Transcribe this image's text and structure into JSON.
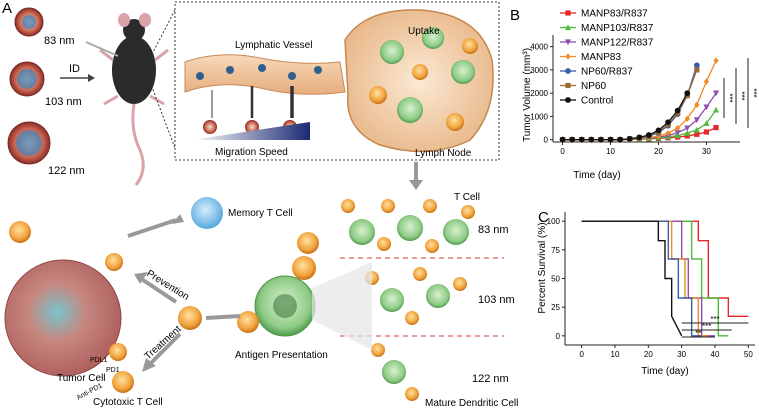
{
  "panel_a": {
    "letter": "A",
    "sizes": [
      "83 nm",
      "103 nm",
      "122 nm"
    ],
    "route": "ID",
    "lymphatic_vessel": "Lymphatic Vessel",
    "uptake": "Uptake",
    "migration_speed": "Migration Speed",
    "lymph_node": "Lymph Node",
    "t_cell": "T Cell",
    "memory_t_cell": "Memory T Cell",
    "prevention": "Prevention",
    "treatment": "Treatment",
    "antigen_presentation": "Antigen Presentation",
    "tumor_cell": "Tumor Cell",
    "pdl1": "PDL1",
    "pd1": "PD1",
    "anti_pd1": "Anti-PD1",
    "cytotoxic_t_cell": "Cytotoxic T Cell",
    "mature_dc": "Mature Dendritic Cell",
    "row_sizes": [
      "83 nm",
      "103 nm",
      "122 nm"
    ]
  },
  "chart_data": [
    {
      "panel": "B",
      "type": "line",
      "xlabel": "Time (day)",
      "ylabel": "Tumor Volume (mm³)",
      "xlim": [
        -2,
        37
      ],
      "ylim": [
        -100,
        4500
      ],
      "xticks": [
        0,
        10,
        20,
        30
      ],
      "yticks": [
        0,
        1000,
        2000,
        3000,
        4000
      ],
      "legend_position": "top-right",
      "x": [
        0,
        2,
        4,
        6,
        8,
        10,
        12,
        14,
        16,
        18,
        20,
        22,
        24,
        26,
        28,
        30,
        32
      ],
      "series": [
        {
          "name": "MANP83/R837",
          "color": "#e4282c",
          "marker": "square",
          "values": [
            0,
            0,
            0,
            0,
            0,
            0,
            0,
            10,
            20,
            35,
            55,
            80,
            110,
            160,
            230,
            330,
            520
          ]
        },
        {
          "name": "MANP103/R837",
          "color": "#4dbb3a",
          "marker": "triangle-up",
          "values": [
            0,
            0,
            0,
            0,
            0,
            0,
            0,
            15,
            30,
            50,
            80,
            120,
            180,
            280,
            420,
            700,
            1280
          ]
        },
        {
          "name": "MANP122/R837",
          "color": "#8e4db0",
          "marker": "triangle-down",
          "values": [
            0,
            0,
            0,
            0,
            0,
            0,
            0,
            20,
            40,
            70,
            110,
            180,
            300,
            500,
            850,
            1400,
            2000
          ]
        },
        {
          "name": "MANP83",
          "color": "#f08a24",
          "marker": "diamond",
          "values": [
            0,
            0,
            0,
            0,
            0,
            0,
            0,
            25,
            50,
            90,
            150,
            280,
            500,
            900,
            1500,
            2500,
            3400
          ]
        },
        {
          "name": "NP60/R837",
          "color": "#3a5ea8",
          "marker": "circle",
          "values": [
            0,
            0,
            0,
            0,
            0,
            0,
            0,
            30,
            70,
            150,
            300,
            600,
            1100,
            1900,
            3200,
            null,
            null
          ]
        },
        {
          "name": "NP60",
          "color": "#9c6b30",
          "marker": "square",
          "values": [
            0,
            0,
            0,
            0,
            0,
            0,
            0,
            30,
            80,
            170,
            330,
            650,
            1150,
            1900,
            3000,
            null,
            null
          ]
        },
        {
          "name": "Control",
          "color": "#111111",
          "marker": "circle",
          "values": [
            0,
            0,
            0,
            0,
            0,
            0,
            0,
            40,
            100,
            200,
            400,
            750,
            1250,
            2000,
            null,
            null,
            null
          ]
        }
      ],
      "significance": [
        "***",
        "***",
        "***"
      ]
    },
    {
      "panel": "C",
      "type": "line",
      "xlabel": "Time (day)",
      "ylabel": "Percent Survival (%)",
      "xlim": [
        -5,
        52
      ],
      "ylim": [
        -8,
        108
      ],
      "xticks": [
        0,
        10,
        20,
        30,
        40,
        50
      ],
      "yticks": [
        0,
        25,
        50,
        75,
        100
      ],
      "step": true,
      "series": [
        {
          "name": "MANP83/R837",
          "color": "#e4282c",
          "x": [
            0,
            35,
            35,
            38,
            38,
            44,
            44,
            50
          ],
          "values": [
            100,
            100,
            83,
            83,
            33,
            33,
            17,
            17
          ]
        },
        {
          "name": "MANP103/R837",
          "color": "#4dbb3a",
          "x": [
            0,
            33,
            33,
            36,
            36,
            41,
            41,
            44
          ],
          "values": [
            100,
            100,
            67,
            67,
            33,
            33,
            0,
            0
          ]
        },
        {
          "name": "MANP122/R837",
          "color": "#8e4db0",
          "x": [
            0,
            30,
            30,
            32,
            32,
            36,
            36,
            40
          ],
          "values": [
            100,
            100,
            67,
            67,
            33,
            33,
            0,
            0
          ]
        },
        {
          "name": "MANP83",
          "color": "#f08a24",
          "x": [
            0,
            27,
            27,
            31,
            31,
            35,
            35,
            38
          ],
          "values": [
            100,
            100,
            67,
            67,
            33,
            33,
            0,
            0
          ]
        },
        {
          "name": "NP60/R837",
          "color": "#3a5ea8",
          "x": [
            0,
            26,
            26,
            29,
            29,
            33,
            33,
            36
          ],
          "values": [
            100,
            100,
            67,
            67,
            33,
            33,
            0,
            0
          ]
        },
        {
          "name": "Control",
          "color": "#111111",
          "x": [
            0,
            23,
            23,
            25,
            25,
            27,
            27,
            30
          ],
          "values": [
            100,
            100,
            83,
            83,
            50,
            50,
            17,
            0
          ]
        }
      ],
      "significance": [
        "***",
        "***",
        "**"
      ]
    }
  ]
}
